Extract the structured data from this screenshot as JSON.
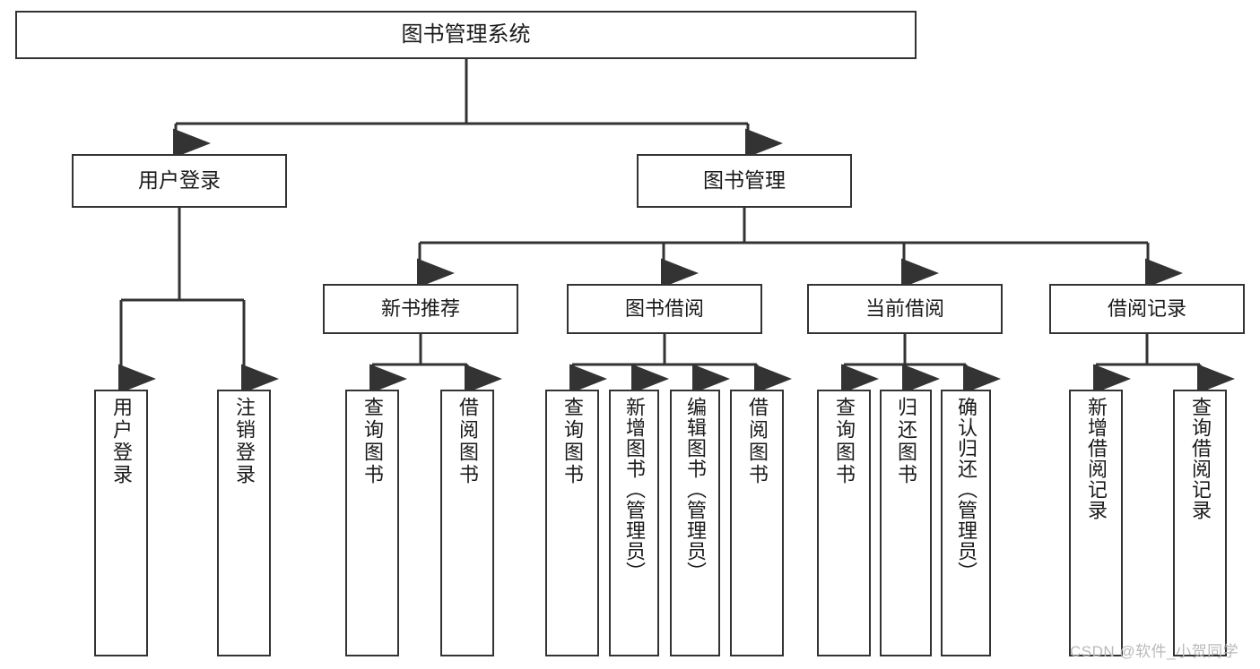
{
  "diagram": {
    "title": "图书管理系统",
    "type": "功能结构图",
    "colors": {
      "background": "#ffffff",
      "box_border": "#333333",
      "box_fill": "#ffffff",
      "text": "#1a1a1a",
      "edge": "#333333",
      "watermark": "#b9b9b9"
    },
    "root": {
      "label": "图书管理系统"
    },
    "level1": [
      {
        "label": "用户登录"
      },
      {
        "label": "图书管理"
      }
    ],
    "level2": [
      {
        "label": "新书推荐"
      },
      {
        "label": "图书借阅"
      },
      {
        "label": "当前借阅"
      },
      {
        "label": "借阅记录"
      }
    ],
    "leaves": {
      "user_login": [
        {
          "label": "用户登录"
        },
        {
          "label": "注销登录"
        }
      ],
      "new_book_recommend": [
        {
          "label": "查询图书"
        },
        {
          "label": "借阅图书"
        }
      ],
      "book_borrow": [
        {
          "label": "查询图书"
        },
        {
          "label": "新增图书（管理员）"
        },
        {
          "label": "编辑图书（管理员）"
        },
        {
          "label": "借阅图书"
        }
      ],
      "current_borrow": [
        {
          "label": "查询图书"
        },
        {
          "label": "归还图书"
        },
        {
          "label": "确认归还（管理员）"
        }
      ],
      "borrow_record": [
        {
          "label": "新增借阅记录"
        },
        {
          "label": "查询借阅记录"
        }
      ]
    }
  },
  "watermark": {
    "text": "CSDN @软件_小贺同学"
  }
}
